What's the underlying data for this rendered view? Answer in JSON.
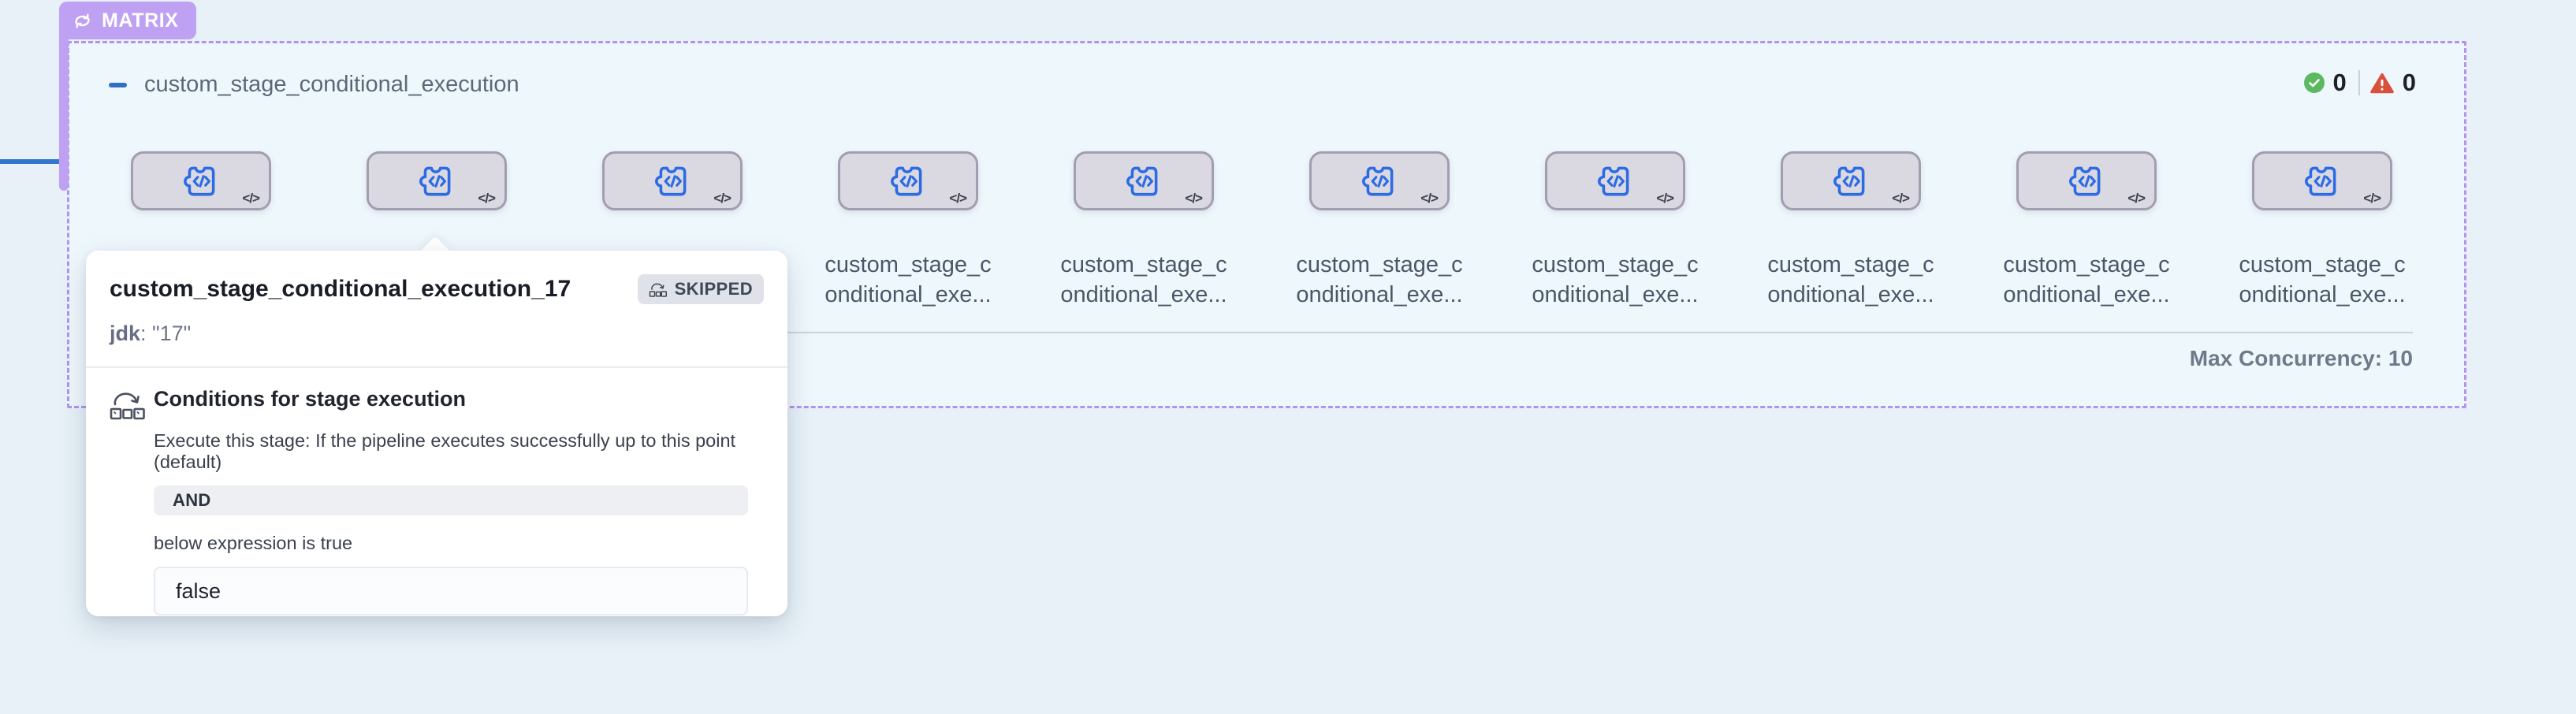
{
  "matrix_badge": {
    "label": "MATRIX"
  },
  "matrix_group": {
    "title": "custom_stage_conditional_execution",
    "success_count": "0",
    "error_count": "0",
    "max_concurrency": "Max Concurrency: 10",
    "stage_count": 10,
    "stage_label_line1": "custom_stage_c",
    "stage_label_line2": "onditional_exe...",
    "code_glyph": "</>"
  },
  "popover": {
    "title": "custom_stage_conditional_execution_17",
    "status_badge": "SKIPPED",
    "param_key": "jdk",
    "param_rest": ": \"17\"",
    "conditions_heading": "Conditions for stage execution",
    "conditions_description": "Execute this stage: If the pipeline executes successfully up to this point (default)",
    "operator": "AND",
    "expression_caption": "below expression is true",
    "expression_value": "false"
  },
  "colors": {
    "matrix_purple": "#bfa1f3",
    "dashed_border": "#b392f0",
    "connector_blue": "#3278cf",
    "stage_icon_blue": "#2b6be4",
    "success_green": "#5bb95f",
    "error_red": "#d9503c"
  }
}
